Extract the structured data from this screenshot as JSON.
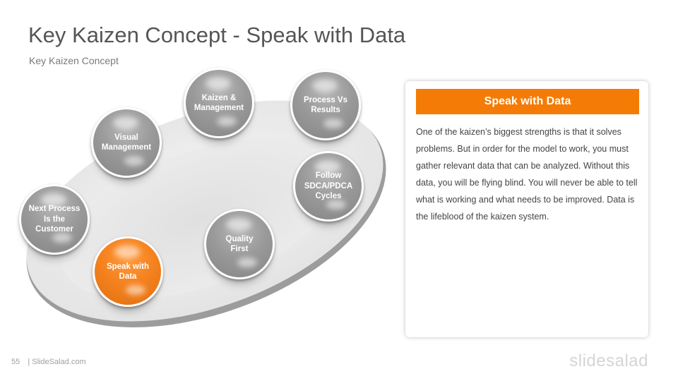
{
  "slide": {
    "title": "Key Kaizen Concept - Speak with Data",
    "subtitle": "Key Kaizen Concept"
  },
  "concepts": [
    {
      "label": "Kaizen &\nManagement",
      "active": false
    },
    {
      "label": "Process Vs\nResults",
      "active": false
    },
    {
      "label": "Visual\nManagement",
      "active": false
    },
    {
      "label": "Follow\nSDCA/PDCA\nCycles",
      "active": false
    },
    {
      "label": "Next Process\nIs the\nCustomer",
      "active": false
    },
    {
      "label": "Quality\nFirst",
      "active": false
    },
    {
      "label": "Speak with\nData",
      "active": true
    }
  ],
  "panel": {
    "heading": "Speak with Data",
    "body": "One of the kaizen’s biggest strengths is that it solves problems. But in order for the model to work, you must gather relevant data that can be analyzed. Without this data, you will be flying blind. You will never be able to tell what is working and what needs to be improved. Data is the lifeblood of the kaizen system."
  },
  "footer": {
    "page_number": "55",
    "site": "| SlideSalad.com",
    "logo": "slidesalad"
  },
  "colors": {
    "accent": "#f47c06",
    "bubble_gray": "#9a9a9a",
    "title": "#555555"
  }
}
